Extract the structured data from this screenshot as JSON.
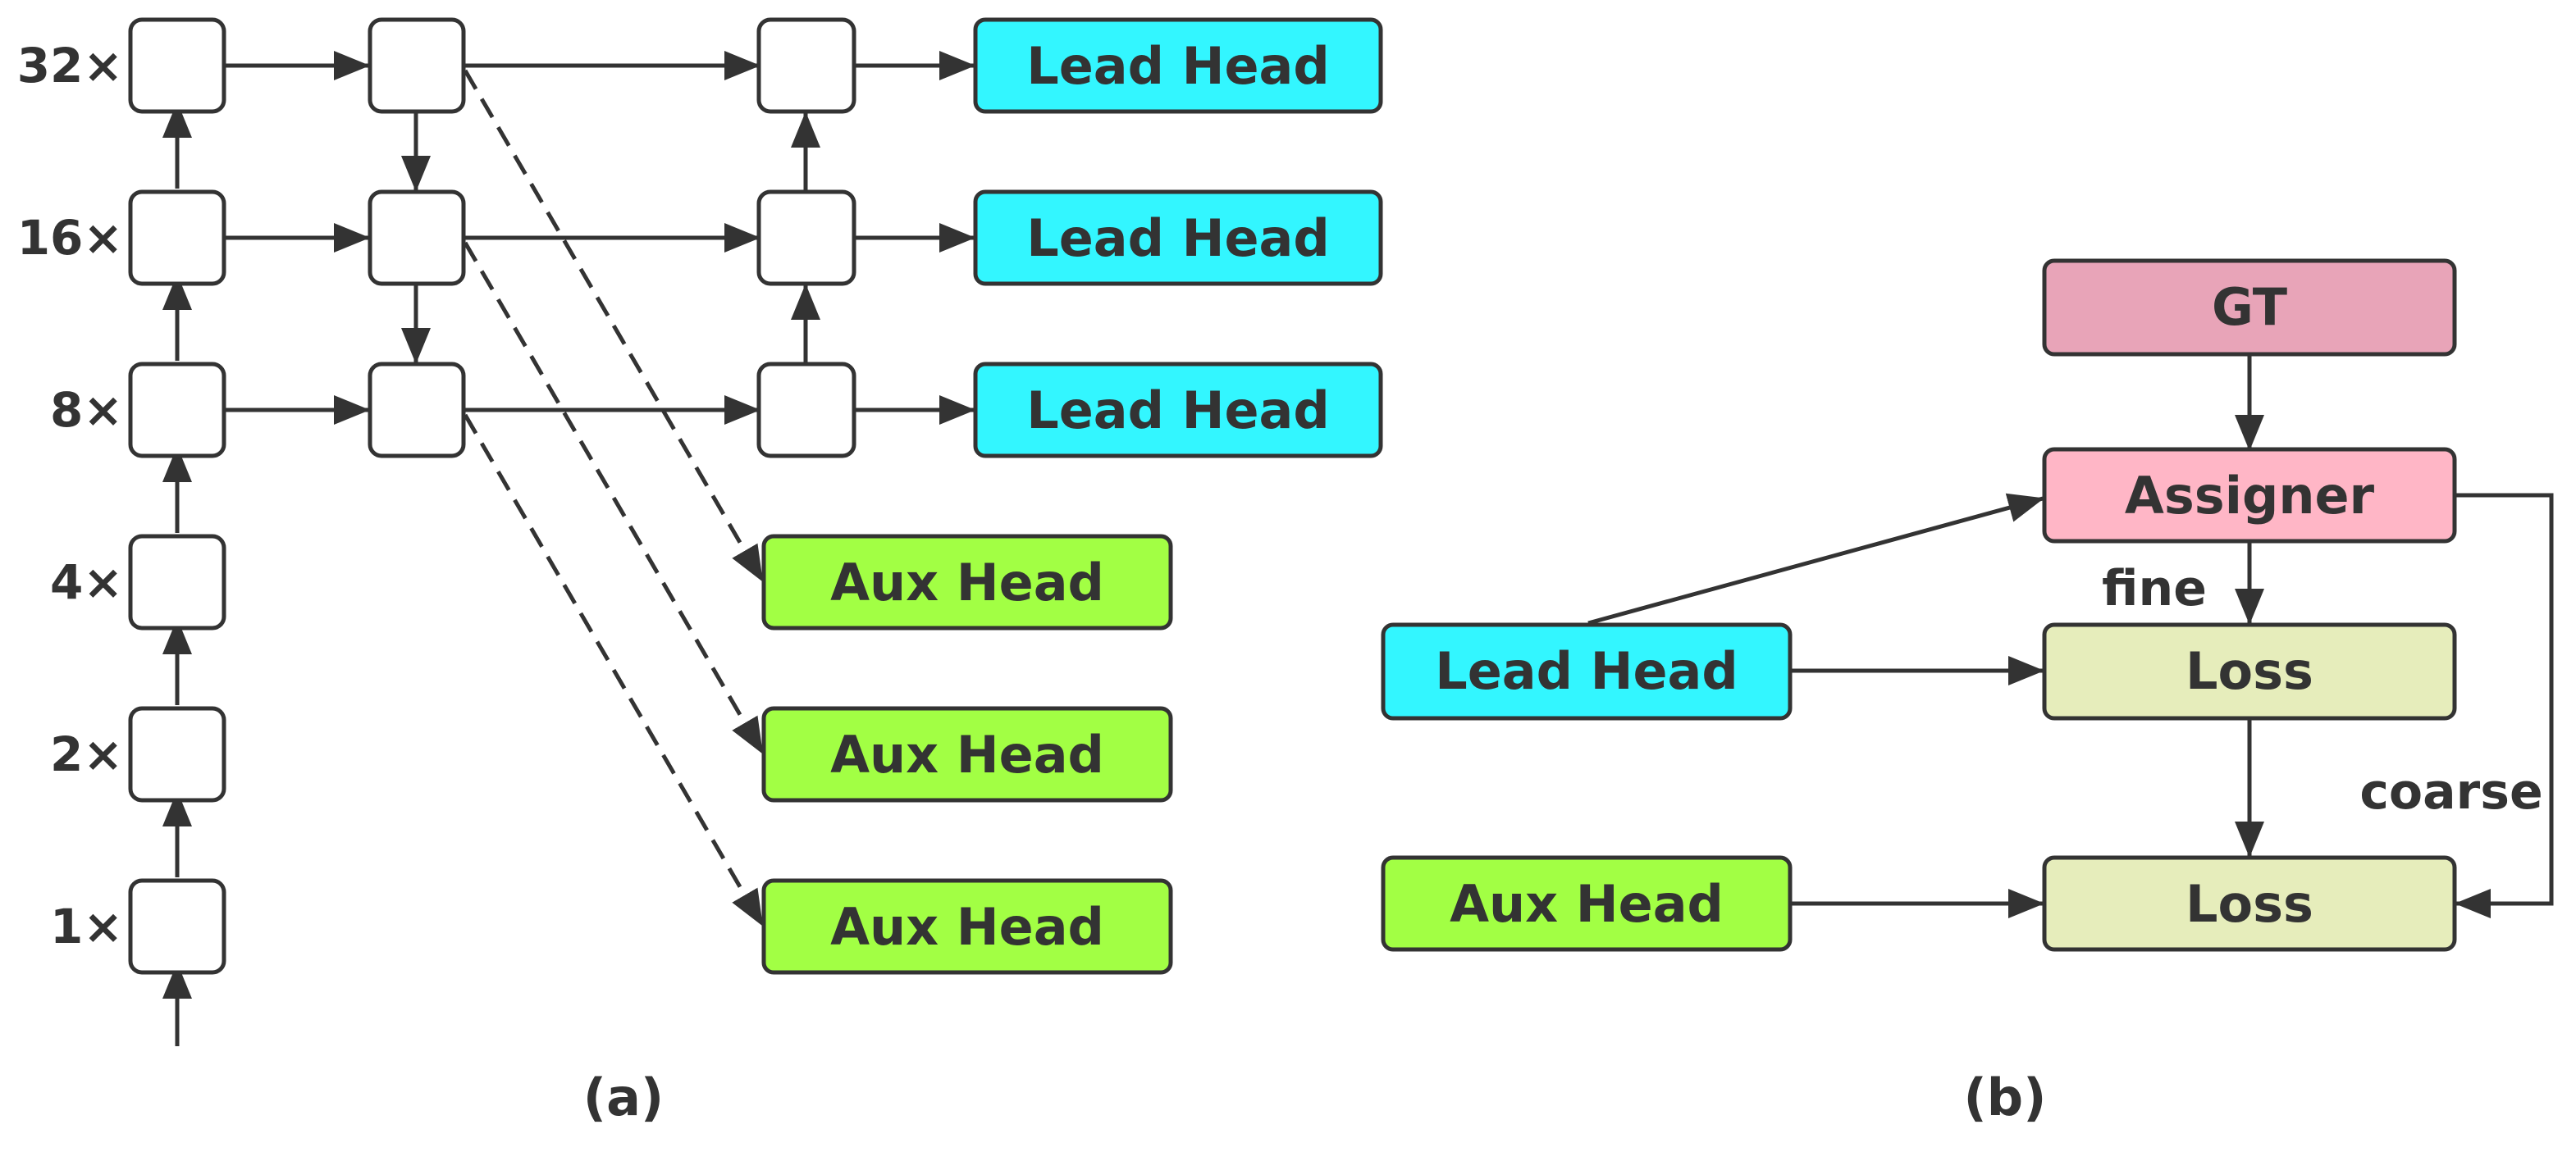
{
  "scale_labels": [
    "32×",
    "16×",
    "8×",
    "4×",
    "2×",
    "1×"
  ],
  "lead_head_label": "Lead Head",
  "aux_head_label": "Aux Head",
  "gt_label": "GT",
  "assigner_label": "Assigner",
  "loss_label": "Loss",
  "fine_label": "fine",
  "coarse_label": "coarse",
  "caption_a": "(a)",
  "caption_b": "(b)",
  "colors": {
    "lead_head": "#33f6ff",
    "aux_head": "#a2ff44",
    "gt": "#e8a4b8",
    "assigner": "#ffb6c6",
    "loss": "#e6edbb",
    "node": "#ffffff",
    "stroke": "#333333"
  }
}
